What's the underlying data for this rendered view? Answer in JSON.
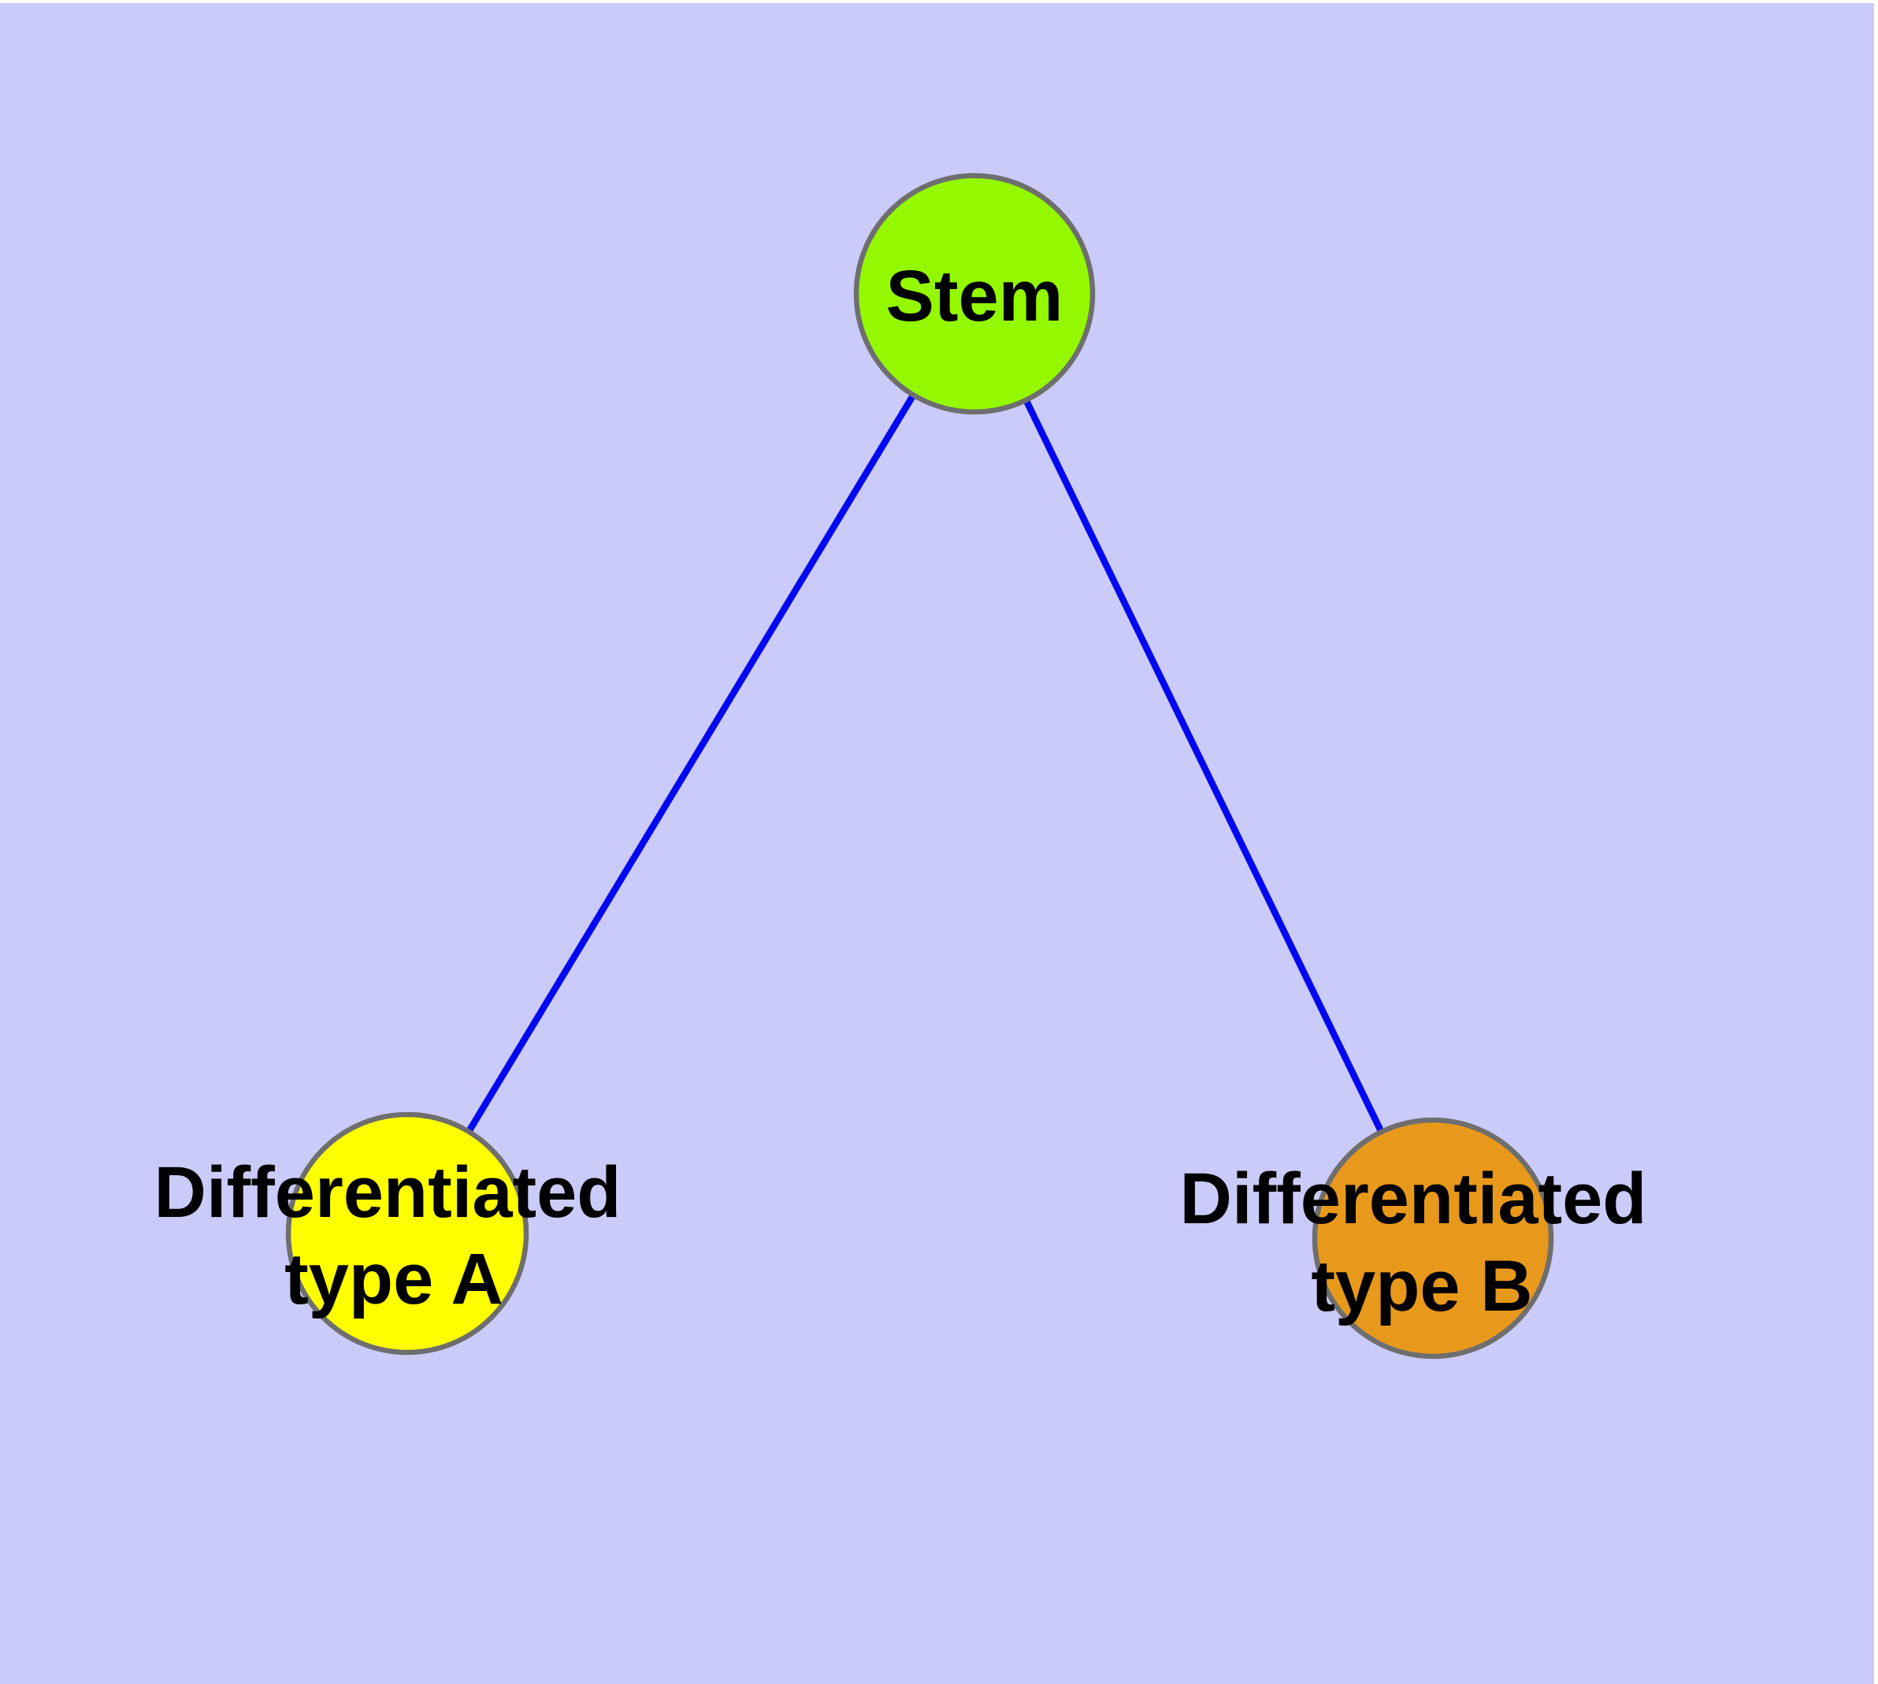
{
  "diagram": {
    "description": "Cell differentiation graph: a Stem node connected to two differentiated cell type nodes",
    "canvas": {
      "background_color": "#cbcbf9",
      "margin_color": "#ffffff"
    },
    "styles": {
      "edge_color": "#0008f0",
      "node_border_color": "#6e6e6e",
      "label_color": "#000000"
    },
    "nodes": [
      {
        "id": "stem",
        "label": "Stem",
        "label_line1": "Stem",
        "label_line2": "",
        "fill_color": "#94f900"
      },
      {
        "id": "differentiated-type-a",
        "label": "Differentiated type A",
        "label_line1": "Differentiated",
        "label_line2": "type A",
        "fill_color": "#ffff00"
      },
      {
        "id": "differentiated-type-b",
        "label": "Differentiated type B",
        "label_line1": "Differentiated",
        "label_line2": "type B",
        "fill_color": "#e8991c"
      }
    ],
    "edges": [
      {
        "from": "Stem",
        "to": "Differentiated type A"
      },
      {
        "from": "Stem",
        "to": "Differentiated type B"
      }
    ]
  }
}
